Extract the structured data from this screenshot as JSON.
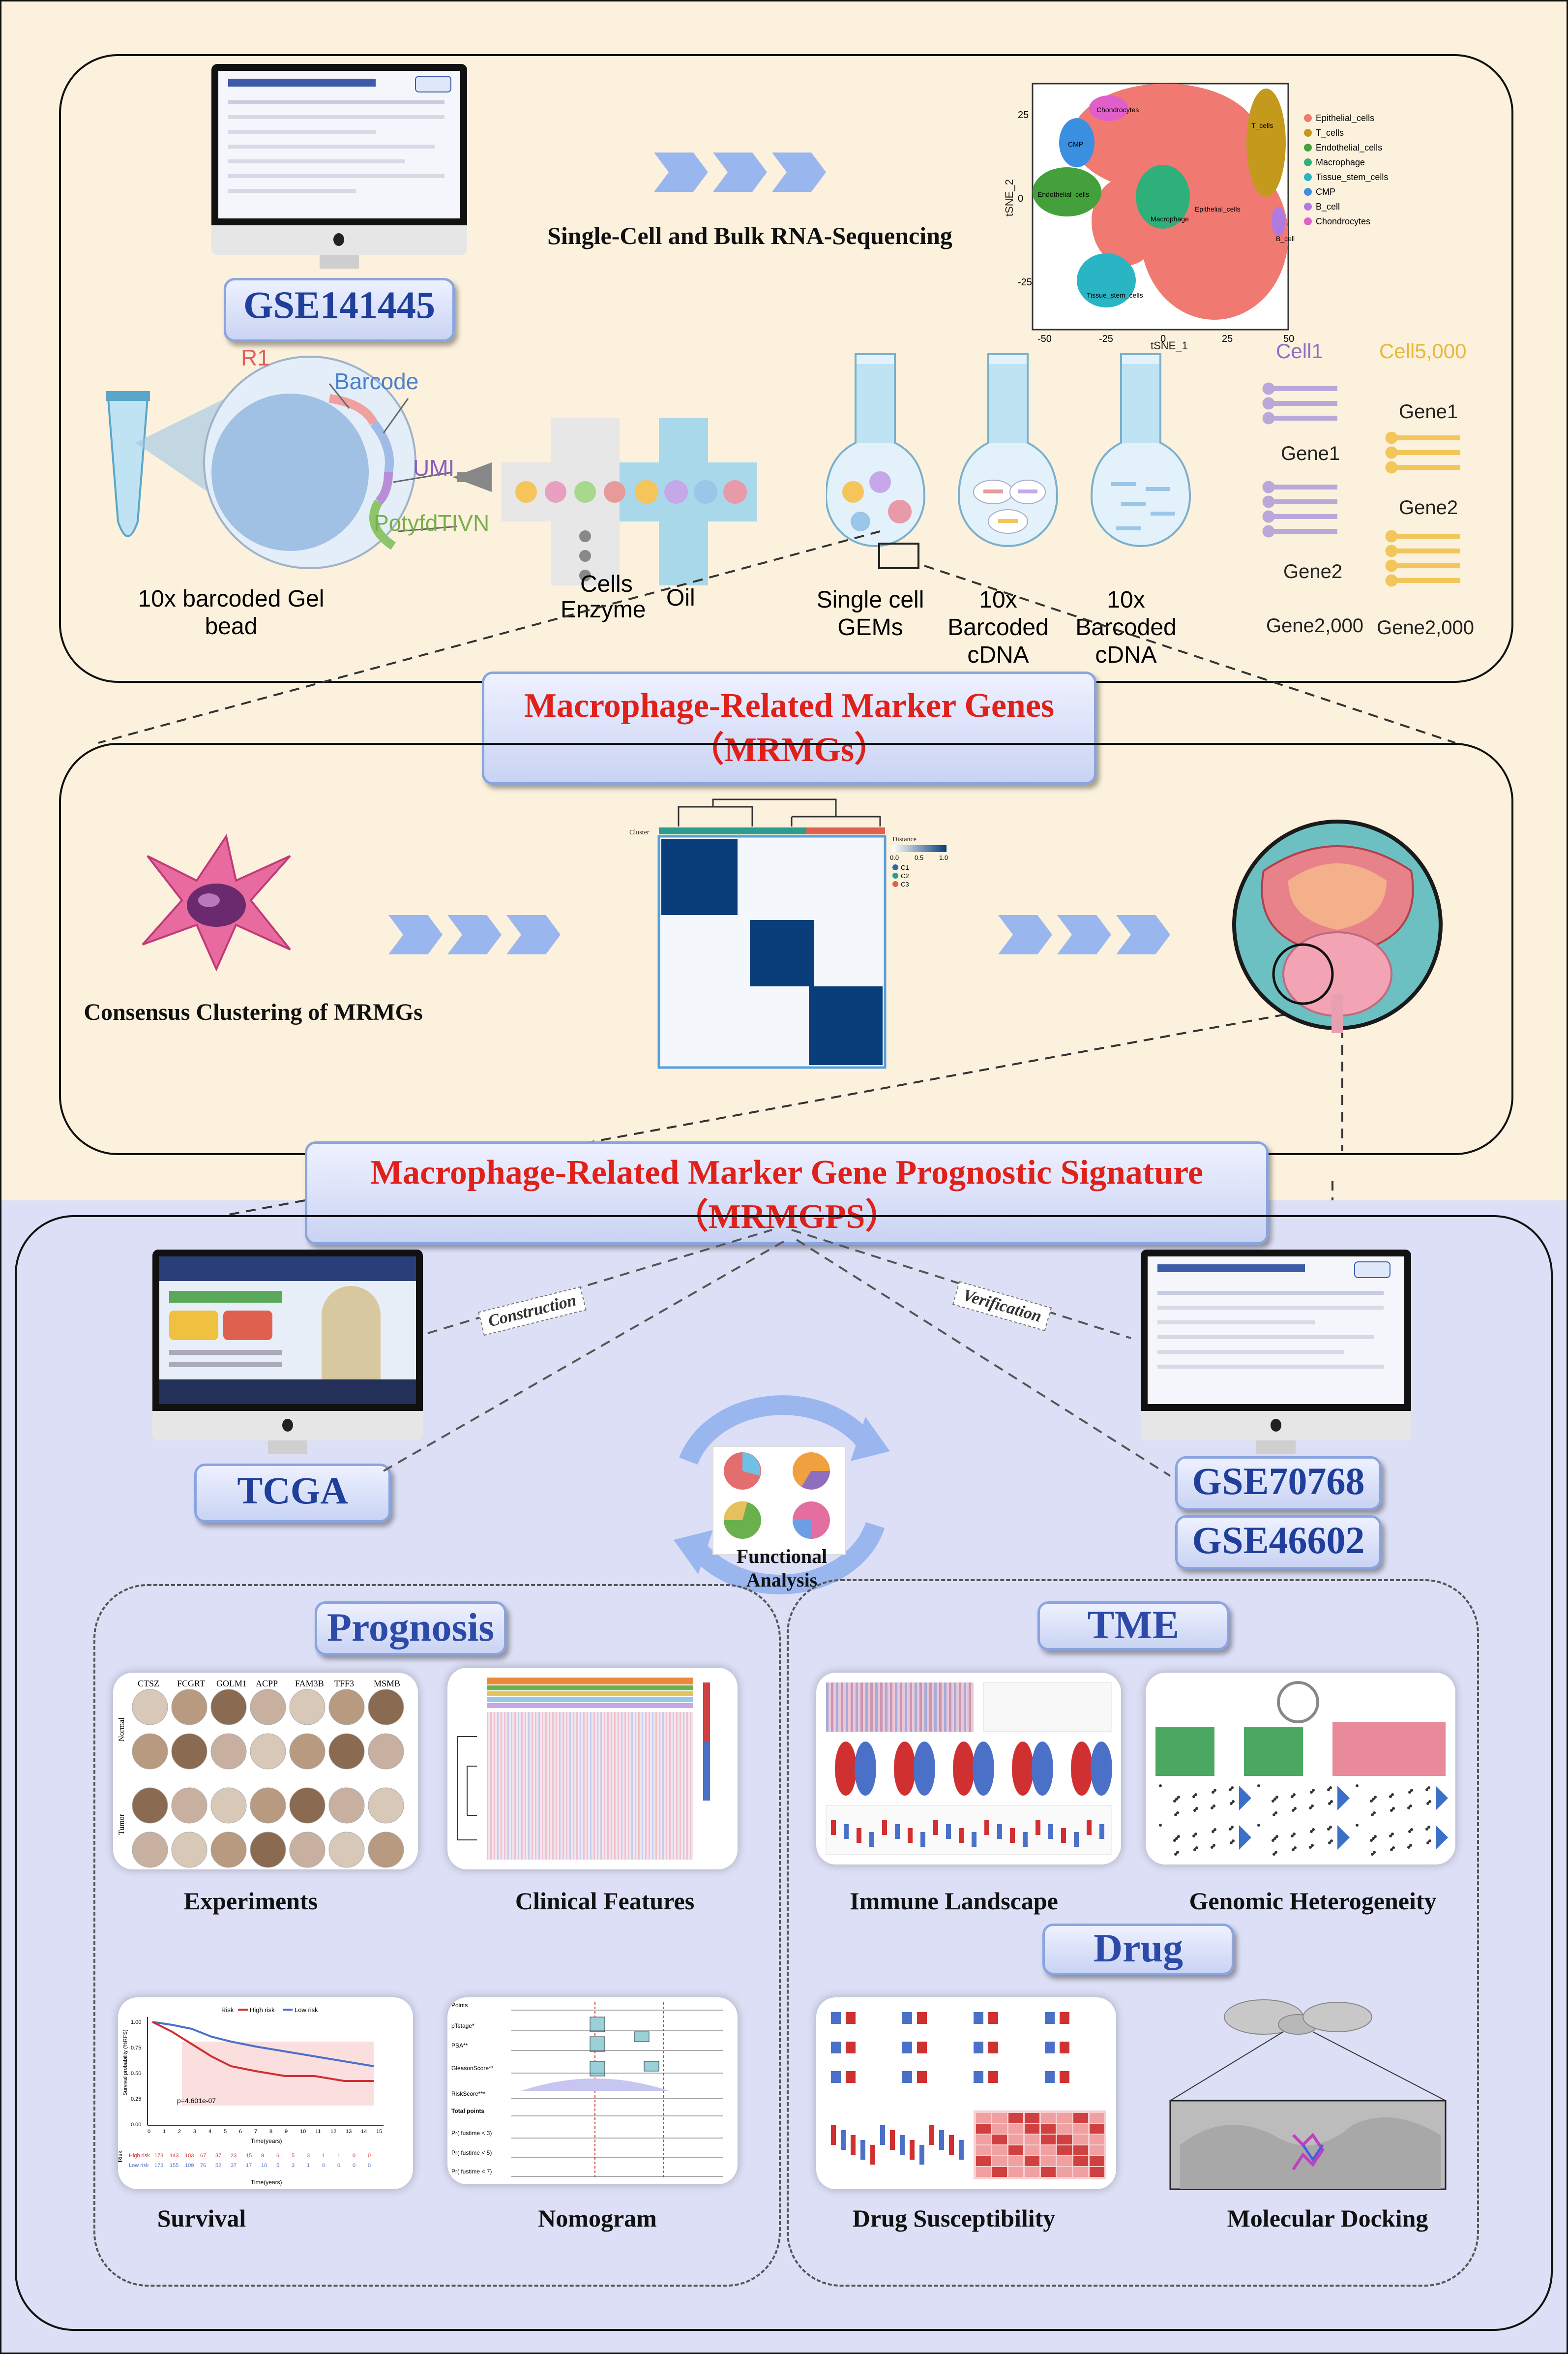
{
  "top": {
    "pipeline_title": "Single-Cell and Bulk RNA-Sequencing",
    "dataset": "GSE141445",
    "gel_bead_parts": {
      "r1": "R1",
      "barcode": "Barcode",
      "umi": "UMI",
      "polyt": "PotyfdTIVN"
    },
    "gel_bead_caption": "10x barcoded Gel bead",
    "cells_label": "Cells",
    "enzyme_label": "Enzyme",
    "oil_label": "Oil",
    "tube_captions": [
      "Single cell GEMs",
      "10x Barcoded cDNA",
      "10x Barcoded cDNA"
    ],
    "cell1_label": "Cell1",
    "cell5000_label": "Cell5,000",
    "cell1_genes": [
      "Gene1",
      "Gene2",
      "Gene2,000"
    ],
    "cell5000_genes": [
      "Gene1",
      "Gene2",
      "Gene2,000"
    ],
    "tsne": {
      "xlabel": "tSNE_1",
      "ylabel": "tSNE_2",
      "xticks": [
        "-50",
        "-25",
        "0",
        "25",
        "50"
      ],
      "yticks": [
        "25",
        "0",
        "-25"
      ],
      "legend": [
        {
          "name": "Epithelial_cells",
          "color": "#f07a72"
        },
        {
          "name": "T_cells",
          "color": "#c49a1c"
        },
        {
          "name": "Endothelial_cells",
          "color": "#43a03a"
        },
        {
          "name": "Macrophage",
          "color": "#2fb07a"
        },
        {
          "name": "Tissue_stem_cells",
          "color": "#2ab5c4"
        },
        {
          "name": "CMP",
          "color": "#3a8fe0"
        },
        {
          "name": "B_cell",
          "color": "#b07ae0"
        },
        {
          "name": "Chondrocytes",
          "color": "#e05fc8"
        }
      ],
      "cluster_labels": [
        "Chondrocytes",
        "CMP",
        "Endothelial_cells",
        "Epithelial_cells",
        "Macrophage",
        "Tissue_stem_cells",
        "T_cells",
        "B_cell"
      ]
    }
  },
  "mrmg": {
    "title_line1": "Macrophage-Related Marker Genes",
    "title_line2": "（MRMGs）",
    "clustering_caption": "Consensus Clustering of MRMGs",
    "heatmap_cluster_label": "Cluster",
    "heatmap_legend_title": "Distance",
    "heatmap_legend_ticks": [
      "0.0",
      "0.5",
      "1.0"
    ],
    "heatmap_clusters": [
      "C1",
      "C2",
      "C3"
    ]
  },
  "mrmgps": {
    "title_line1": "Macrophage-Related Marker Gene Prognostic Signature",
    "title_line2": "（MRMGPS）",
    "construction": "Construction",
    "verification": "Verification",
    "train": "TCGA",
    "validation": [
      "GSE70768",
      "GSE46602"
    ],
    "functional": "Functional Analysis"
  },
  "sections": {
    "prognosis": "Prognosis",
    "tme": "TME",
    "drug": "Drug"
  },
  "panels": {
    "experiments": "Experiments",
    "clinical": "Clinical Features",
    "immune": "Immune Landscape",
    "genomic": "Genomic Heterogeneity",
    "survival": "Survival",
    "nomogram": "Nomogram",
    "drug_sus": "Drug Susceptibility",
    "docking": "Molecular Docking"
  },
  "ihc": {
    "genes": [
      "CTSZ",
      "FCGRT",
      "GOLM1",
      "ACPP",
      "FAM3B",
      "TFF3",
      "MSMB"
    ],
    "rows": [
      "Normal",
      "Tumor"
    ]
  },
  "survival_plot": {
    "legend_title": "Risk",
    "legend": [
      "High risk",
      "Low risk"
    ],
    "pvalue": "p=4.601e-07",
    "ylabel": "Survival probability (%RFS)",
    "xlabel": "Time(years)",
    "yticks": [
      "1.00",
      "0.75",
      "0.50",
      "0.25",
      "0.00"
    ],
    "xticks": [
      "0",
      "1",
      "2",
      "3",
      "4",
      "5",
      "6",
      "7",
      "8",
      "9",
      "10",
      "11",
      "12",
      "13",
      "14",
      "15"
    ],
    "risk_rows": [
      "High risk",
      "Low risk"
    ],
    "risk_values": [
      [
        "173",
        "143",
        "103",
        "67",
        "37",
        "23",
        "15",
        "9",
        "6",
        "5",
        "3",
        "1",
        "1",
        "0",
        "0",
        ""
      ],
      [
        "173",
        "155",
        "109",
        "76",
        "52",
        "37",
        "17",
        "10",
        "5",
        "3",
        "1",
        "0",
        "0",
        "0",
        "0",
        ""
      ]
    ],
    "table_xlabel": "Time(years)",
    "table_title": "Risk"
  },
  "nomogram_plot": {
    "rows": [
      "Points",
      "pTstage*",
      "PSA**",
      "GleasonScore**",
      "RiskScore***",
      "Total points",
      "Pr( fustime < 3)",
      "Pr( fustime < 5)",
      "Pr( fustime < 7)"
    ]
  },
  "colors": {
    "red_title": "#e0201a",
    "blue_label": "#1f3f9a",
    "chevron": "#9ab6ee",
    "heatmap_dark": "#0a3e7a"
  }
}
